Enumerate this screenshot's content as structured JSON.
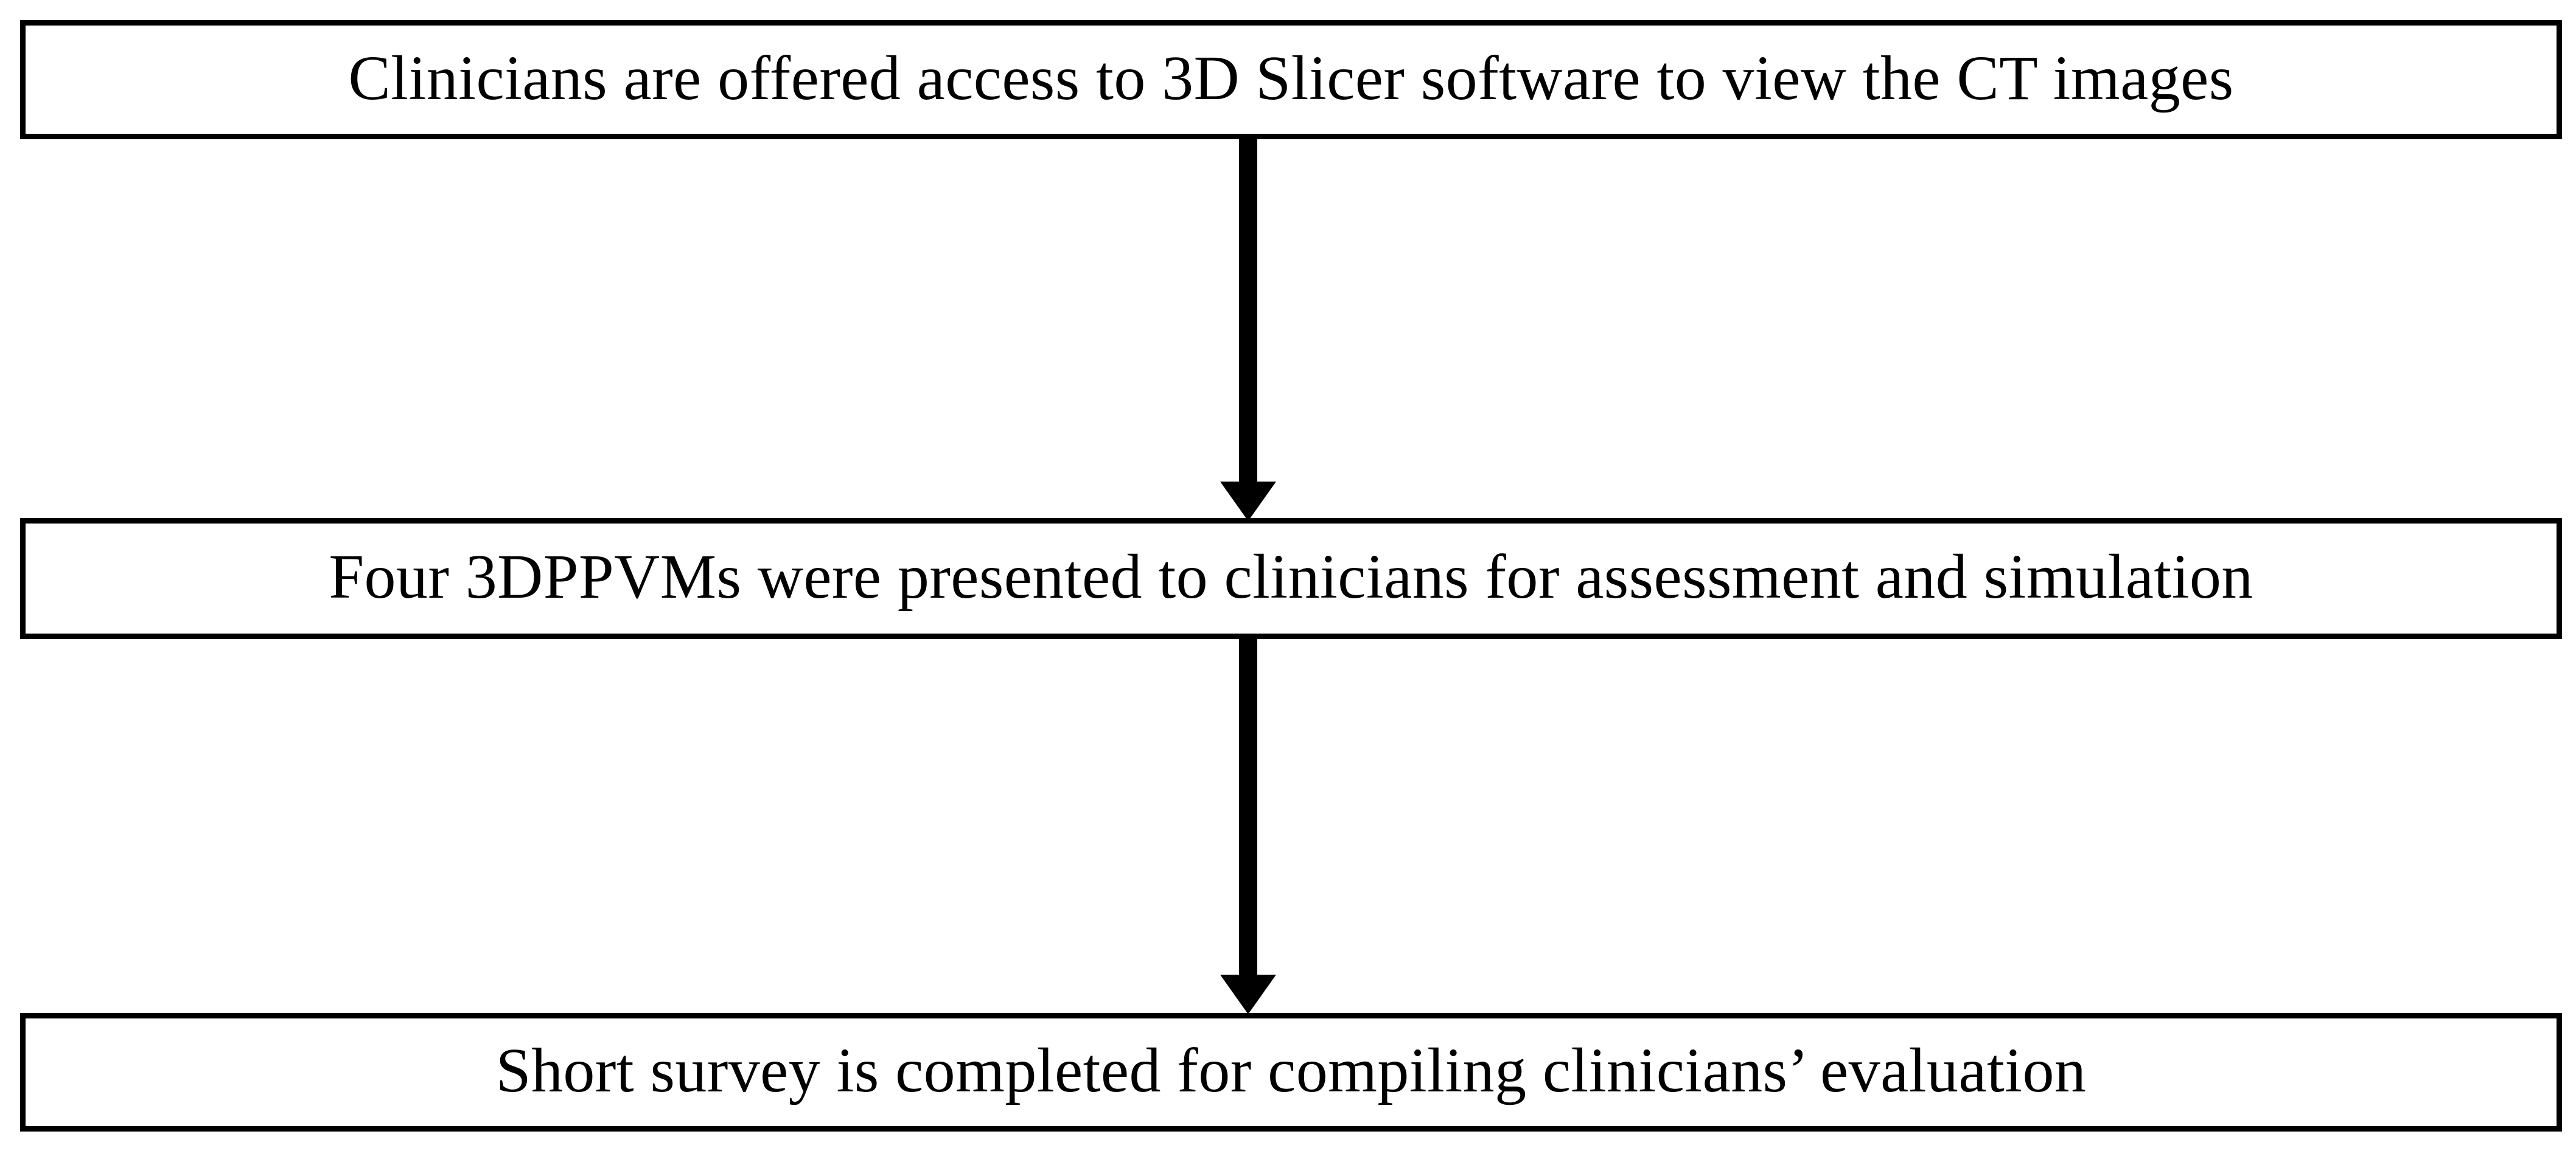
{
  "diagram": {
    "title": "Clinician evaluation workflow flowchart",
    "orientation": "vertical top-to-bottom",
    "background_color": "#ffffff",
    "border_color": "#000000",
    "text_color": "#000000",
    "nodes": [
      {
        "id": "step-1",
        "order": 1,
        "shape": "rectangle",
        "label": "Clinicians  are offered access to 3D Slicer software to view  the CT images"
      },
      {
        "id": "step-2",
        "order": 2,
        "shape": "rectangle",
        "label": "Four 3DPPVMs were presented to clinicians  for assessment and simulation"
      },
      {
        "id": "step-3",
        "order": 3,
        "shape": "rectangle",
        "label": "Short survey is completed for compiling  clinicians’ evaluation"
      }
    ],
    "connectors": [
      {
        "id": "connector-1",
        "from": "step-1",
        "to": "step-2",
        "type": "block-arrow",
        "direction": "down",
        "icon": "down-arrow-icon"
      },
      {
        "id": "connector-2",
        "from": "step-2",
        "to": "step-3",
        "type": "block-arrow",
        "direction": "down",
        "icon": "down-arrow-icon"
      }
    ]
  }
}
